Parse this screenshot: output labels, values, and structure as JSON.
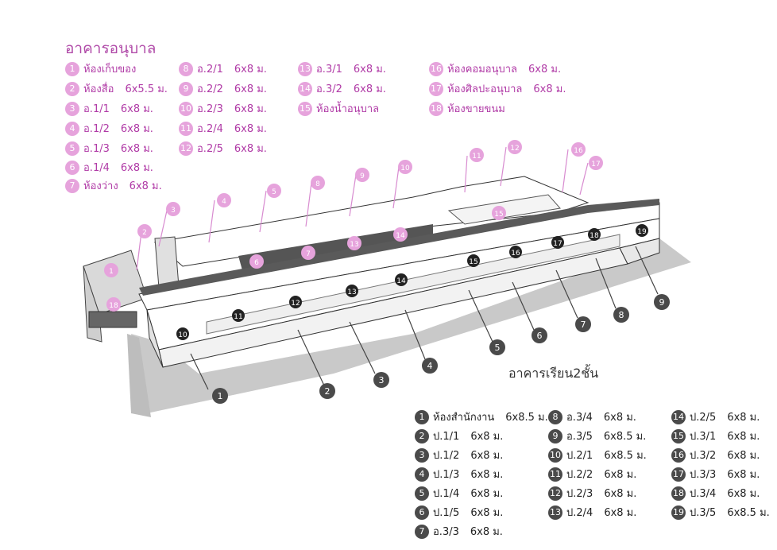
{
  "kindergarten": {
    "title": "อาคารอนุบาล",
    "legend": [
      {
        "num": "1",
        "name": "ห้องเก็บของ",
        "size": ""
      },
      {
        "num": "2",
        "name": "ห้องสื่อ",
        "size": "6x5.5 ม."
      },
      {
        "num": "3",
        "name": "อ.1/1",
        "size": "6x8 ม."
      },
      {
        "num": "4",
        "name": "อ.1/2",
        "size": "6x8 ม."
      },
      {
        "num": "5",
        "name": "อ.1/3",
        "size": "6x8 ม."
      },
      {
        "num": "6",
        "name": "อ.1/4",
        "size": "6x8 ม."
      },
      {
        "num": "7",
        "name": "ห้องว่าง",
        "size": "6x8 ม."
      },
      {
        "num": "8",
        "name": "อ.2/1",
        "size": "6x8 ม."
      },
      {
        "num": "9",
        "name": "อ.2/2",
        "size": "6x8 ม."
      },
      {
        "num": "10",
        "name": "อ.2/3",
        "size": "6x8 ม."
      },
      {
        "num": "11",
        "name": "อ.2/4",
        "size": "6x8 ม."
      },
      {
        "num": "12",
        "name": "อ.2/5",
        "size": "6x8 ม."
      },
      {
        "num": "13",
        "name": "อ.3/1",
        "size": "6x8 ม."
      },
      {
        "num": "14",
        "name": "อ.3/2",
        "size": "6x8 ม."
      },
      {
        "num": "15",
        "name": "ห้องน้ำอนุบาล",
        "size": ""
      },
      {
        "num": "16",
        "name": "ห้องคอมอนุบาล",
        "size": "6x8 ม."
      },
      {
        "num": "17",
        "name": "ห้องศิลปะอนุบาล",
        "size": "6x8 ม."
      },
      {
        "num": "18",
        "name": "ห้องขายขนม",
        "size": ""
      }
    ]
  },
  "primary": {
    "title": "อาคารเรียน2ชั้น",
    "legend": [
      {
        "num": "1",
        "name": "ห้องสำนักงาน",
        "size": "6x8.5 ม."
      },
      {
        "num": "2",
        "name": "ป.1/1",
        "size": "6x8 ม."
      },
      {
        "num": "3",
        "name": "ป.1/2",
        "size": "6x8 ม."
      },
      {
        "num": "4",
        "name": "ป.1/3",
        "size": "6x8 ม."
      },
      {
        "num": "5",
        "name": "ป.1/4",
        "size": "6x8 ม."
      },
      {
        "num": "6",
        "name": "ป.1/5",
        "size": "6x8 ม."
      },
      {
        "num": "7",
        "name": "อ.3/3",
        "size": "6x8 ม."
      },
      {
        "num": "8",
        "name": "อ.3/4",
        "size": "6x8 ม."
      },
      {
        "num": "9",
        "name": "อ.3/5",
        "size": "6x8.5 ม."
      },
      {
        "num": "10",
        "name": "ป.2/1",
        "size": "6x8.5 ม."
      },
      {
        "num": "11",
        "name": "ป.2/2",
        "size": "6x8 ม."
      },
      {
        "num": "12",
        "name": "ป.2/3",
        "size": "6x8 ม."
      },
      {
        "num": "13",
        "name": "ป.2/4",
        "size": "6x8 ม."
      },
      {
        "num": "14",
        "name": "ป.2/5",
        "size": "6x8 ม."
      },
      {
        "num": "15",
        "name": "ป.3/1",
        "size": "6x8 ม."
      },
      {
        "num": "16",
        "name": "ป.3/2",
        "size": "6x8 ม."
      },
      {
        "num": "17",
        "name": "ป.3/3",
        "size": "6x8 ม."
      },
      {
        "num": "18",
        "name": "ป.3/4",
        "size": "6x8 ม."
      },
      {
        "num": "19",
        "name": "ป.3/5",
        "size": "6x8.5 ม."
      }
    ]
  },
  "colors": {
    "kindergarten": "#e6a3dc",
    "primary": "#4a4a4a",
    "shadow": "#c8c8c8"
  }
}
